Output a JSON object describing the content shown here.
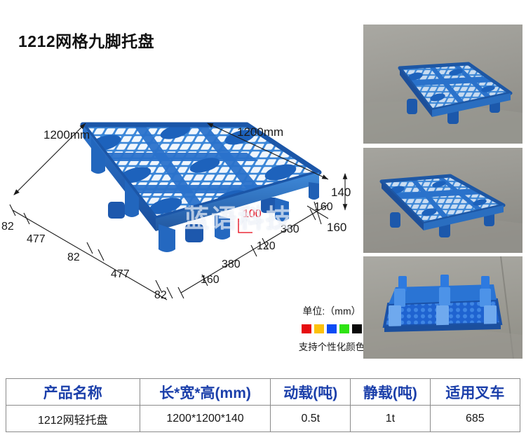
{
  "title": "1212网格九脚托盘",
  "watermark": "蓝语科技",
  "drawing": {
    "top_left_dim": "1200mm",
    "top_right_dim": "1200mm",
    "height_dim": "140",
    "right_foot_dim": "160",
    "red_dim": "100",
    "left_chain": [
      "82",
      "477",
      "82",
      "477",
      "82"
    ],
    "right_chain": [
      "160",
      "380",
      "120",
      "380",
      "160"
    ]
  },
  "legend": {
    "unit_label": "单位:（mm）",
    "color_note": "支持个性化颜色",
    "swatches": [
      {
        "name": "red",
        "hex": "#E60D10"
      },
      {
        "name": "yellow",
        "hex": "#FCC10C"
      },
      {
        "name": "blue",
        "hex": "#0D4CF5"
      },
      {
        "name": "green",
        "hex": "#2FE314"
      },
      {
        "name": "black",
        "hex": "#0A0A0A"
      }
    ]
  },
  "photos": [
    {
      "name": "pallet-photo-angled-top",
      "caption": ""
    },
    {
      "name": "pallet-photo-angled-side",
      "caption": ""
    },
    {
      "name": "pallet-photo-front-feet",
      "caption": ""
    }
  ],
  "table": {
    "headers": [
      "产品名称",
      "长*宽*高(mm)",
      "动载(吨)",
      "静载(吨)",
      "适用叉车"
    ],
    "rows": [
      [
        "1212网轻托盘",
        "1200*1200*140",
        "0.5t",
        "1t",
        "685"
      ]
    ],
    "header_color": "#1B3FAA"
  }
}
